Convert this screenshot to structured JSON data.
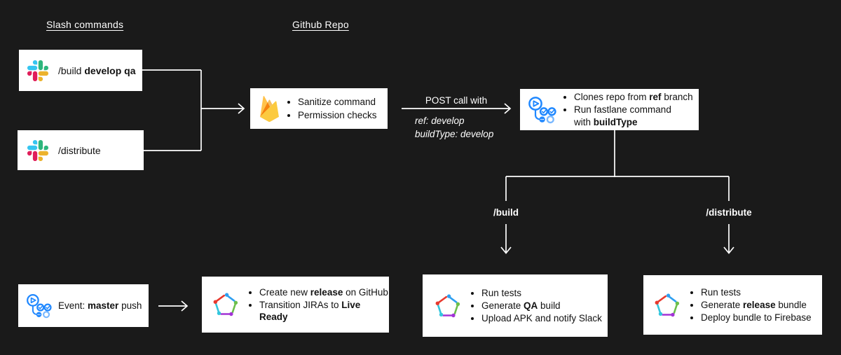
{
  "headings": {
    "slash_commands": "Slash commands",
    "github_repo": "Github Repo"
  },
  "nodes": {
    "slack_build": {
      "icon": "slack",
      "text": [
        {
          "t": "/build "
        },
        {
          "t": "develop qa",
          "b": true
        }
      ]
    },
    "slack_distribute": {
      "icon": "slack",
      "text": [
        {
          "t": "/distribute"
        }
      ]
    },
    "firebase_functions": {
      "icon": "firebase",
      "bullets": [
        [
          {
            "t": "Sanitize command"
          }
        ],
        [
          {
            "t": "Permission checks"
          }
        ]
      ]
    },
    "github_actions": {
      "icon": "github-actions",
      "bullets": [
        [
          {
            "t": "Clones repo from "
          },
          {
            "t": "ref",
            "b": true
          },
          {
            "t": " branch"
          }
        ],
        [
          {
            "t": "Run fastlane command"
          },
          {
            "br": true
          },
          {
            "t": "with "
          },
          {
            "t": "buildType",
            "b": true
          }
        ]
      ]
    },
    "master_event": {
      "icon": "github-actions",
      "text": [
        {
          "t": "Event: "
        },
        {
          "t": "master",
          "b": true
        },
        {
          "t": " push"
        }
      ]
    },
    "fastlane_release": {
      "icon": "fastlane",
      "bullets": [
        [
          {
            "t": "Create new "
          },
          {
            "t": "release",
            "b": true
          },
          {
            "t": " on GitHub"
          }
        ],
        [
          {
            "t": "Transition JIRAs to "
          },
          {
            "t": "Live Ready",
            "b": true
          }
        ]
      ]
    },
    "fastlane_qa": {
      "icon": "fastlane",
      "bullets": [
        [
          {
            "t": "Run tests"
          }
        ],
        [
          {
            "t": "Generate "
          },
          {
            "t": "QA",
            "b": true
          },
          {
            "t": " build"
          }
        ],
        [
          {
            "t": "Upload APK and notify Slack"
          }
        ]
      ]
    },
    "fastlane_distribute": {
      "icon": "fastlane",
      "bullets": [
        [
          {
            "t": "Run tests"
          }
        ],
        [
          {
            "t": "Generate "
          },
          {
            "t": "release",
            "b": true
          },
          {
            "t": " bundle"
          }
        ],
        [
          {
            "t": "Deploy bundle to Firebase"
          }
        ]
      ]
    }
  },
  "edges": {
    "post_call": {
      "label": "POST call with",
      "params": [
        {
          "t": "ref: develop"
        },
        {
          "br": true
        },
        {
          "t": "buildType: develop"
        }
      ]
    },
    "branch_build": {
      "label": "/build"
    },
    "branch_distribute": {
      "label": "/distribute"
    }
  },
  "colors": {
    "background": "#1a1a1a",
    "box_background": "#ffffff",
    "box_text": "#111111",
    "connector": "#ffffff",
    "slack_blue": "#36C5F0",
    "slack_green": "#2EB67D",
    "slack_red": "#E01E5A",
    "slack_yellow": "#ECB22C",
    "firebase_amber": "#FFA000",
    "firebase_orange": "#F6820C",
    "firebase_yellow": "#FCCA3F",
    "actions_blue": "#2088FF",
    "actions_light_blue": "#79B8FF",
    "fastlane_red": "#E8392E",
    "fastlane_blue": "#2E9FF0",
    "fastlane_green": "#6CBF4B",
    "fastlane_purple": "#A234D6",
    "fastlane_cyan": "#33C6DD"
  }
}
